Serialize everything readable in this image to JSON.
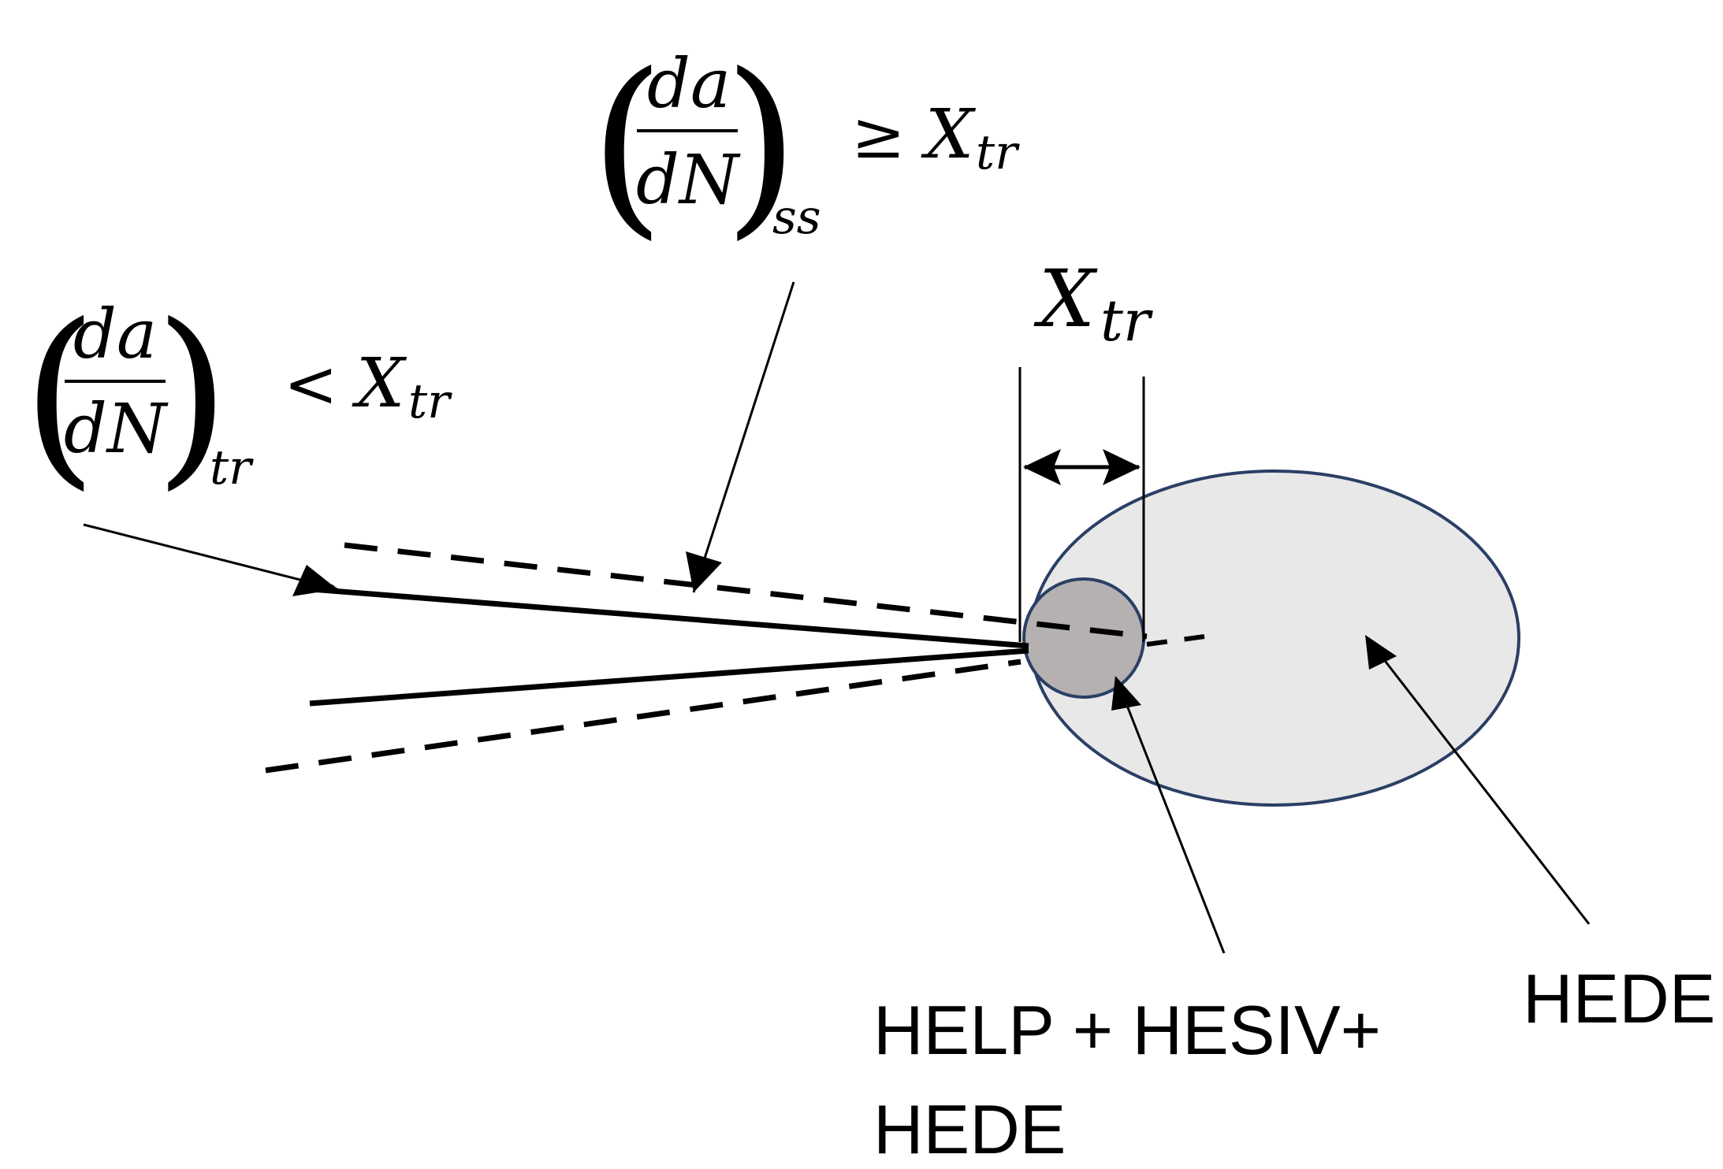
{
  "formula_ss": {
    "numerator": "da",
    "denominator": "dN",
    "subscript": "ss",
    "relation": "≥",
    "variable": "X",
    "variable_subscript": "tr"
  },
  "formula_tr": {
    "numerator": "da",
    "denominator": "dN",
    "subscript": "tr",
    "relation": "<",
    "variable": "X",
    "variable_subscript": "tr"
  },
  "dimension": {
    "variable": "X",
    "variable_subscript": "tr"
  },
  "labels": {
    "inner_zone_line1": "HELP + HESIV+",
    "inner_zone_line2": "HEDE",
    "outer_zone": "HEDE"
  },
  "colors": {
    "outer_zone_fill": "#e8e8e8",
    "inner_zone_fill": "#b5b1b1",
    "zone_outline": "#2b3f66",
    "ink": "#000000"
  }
}
